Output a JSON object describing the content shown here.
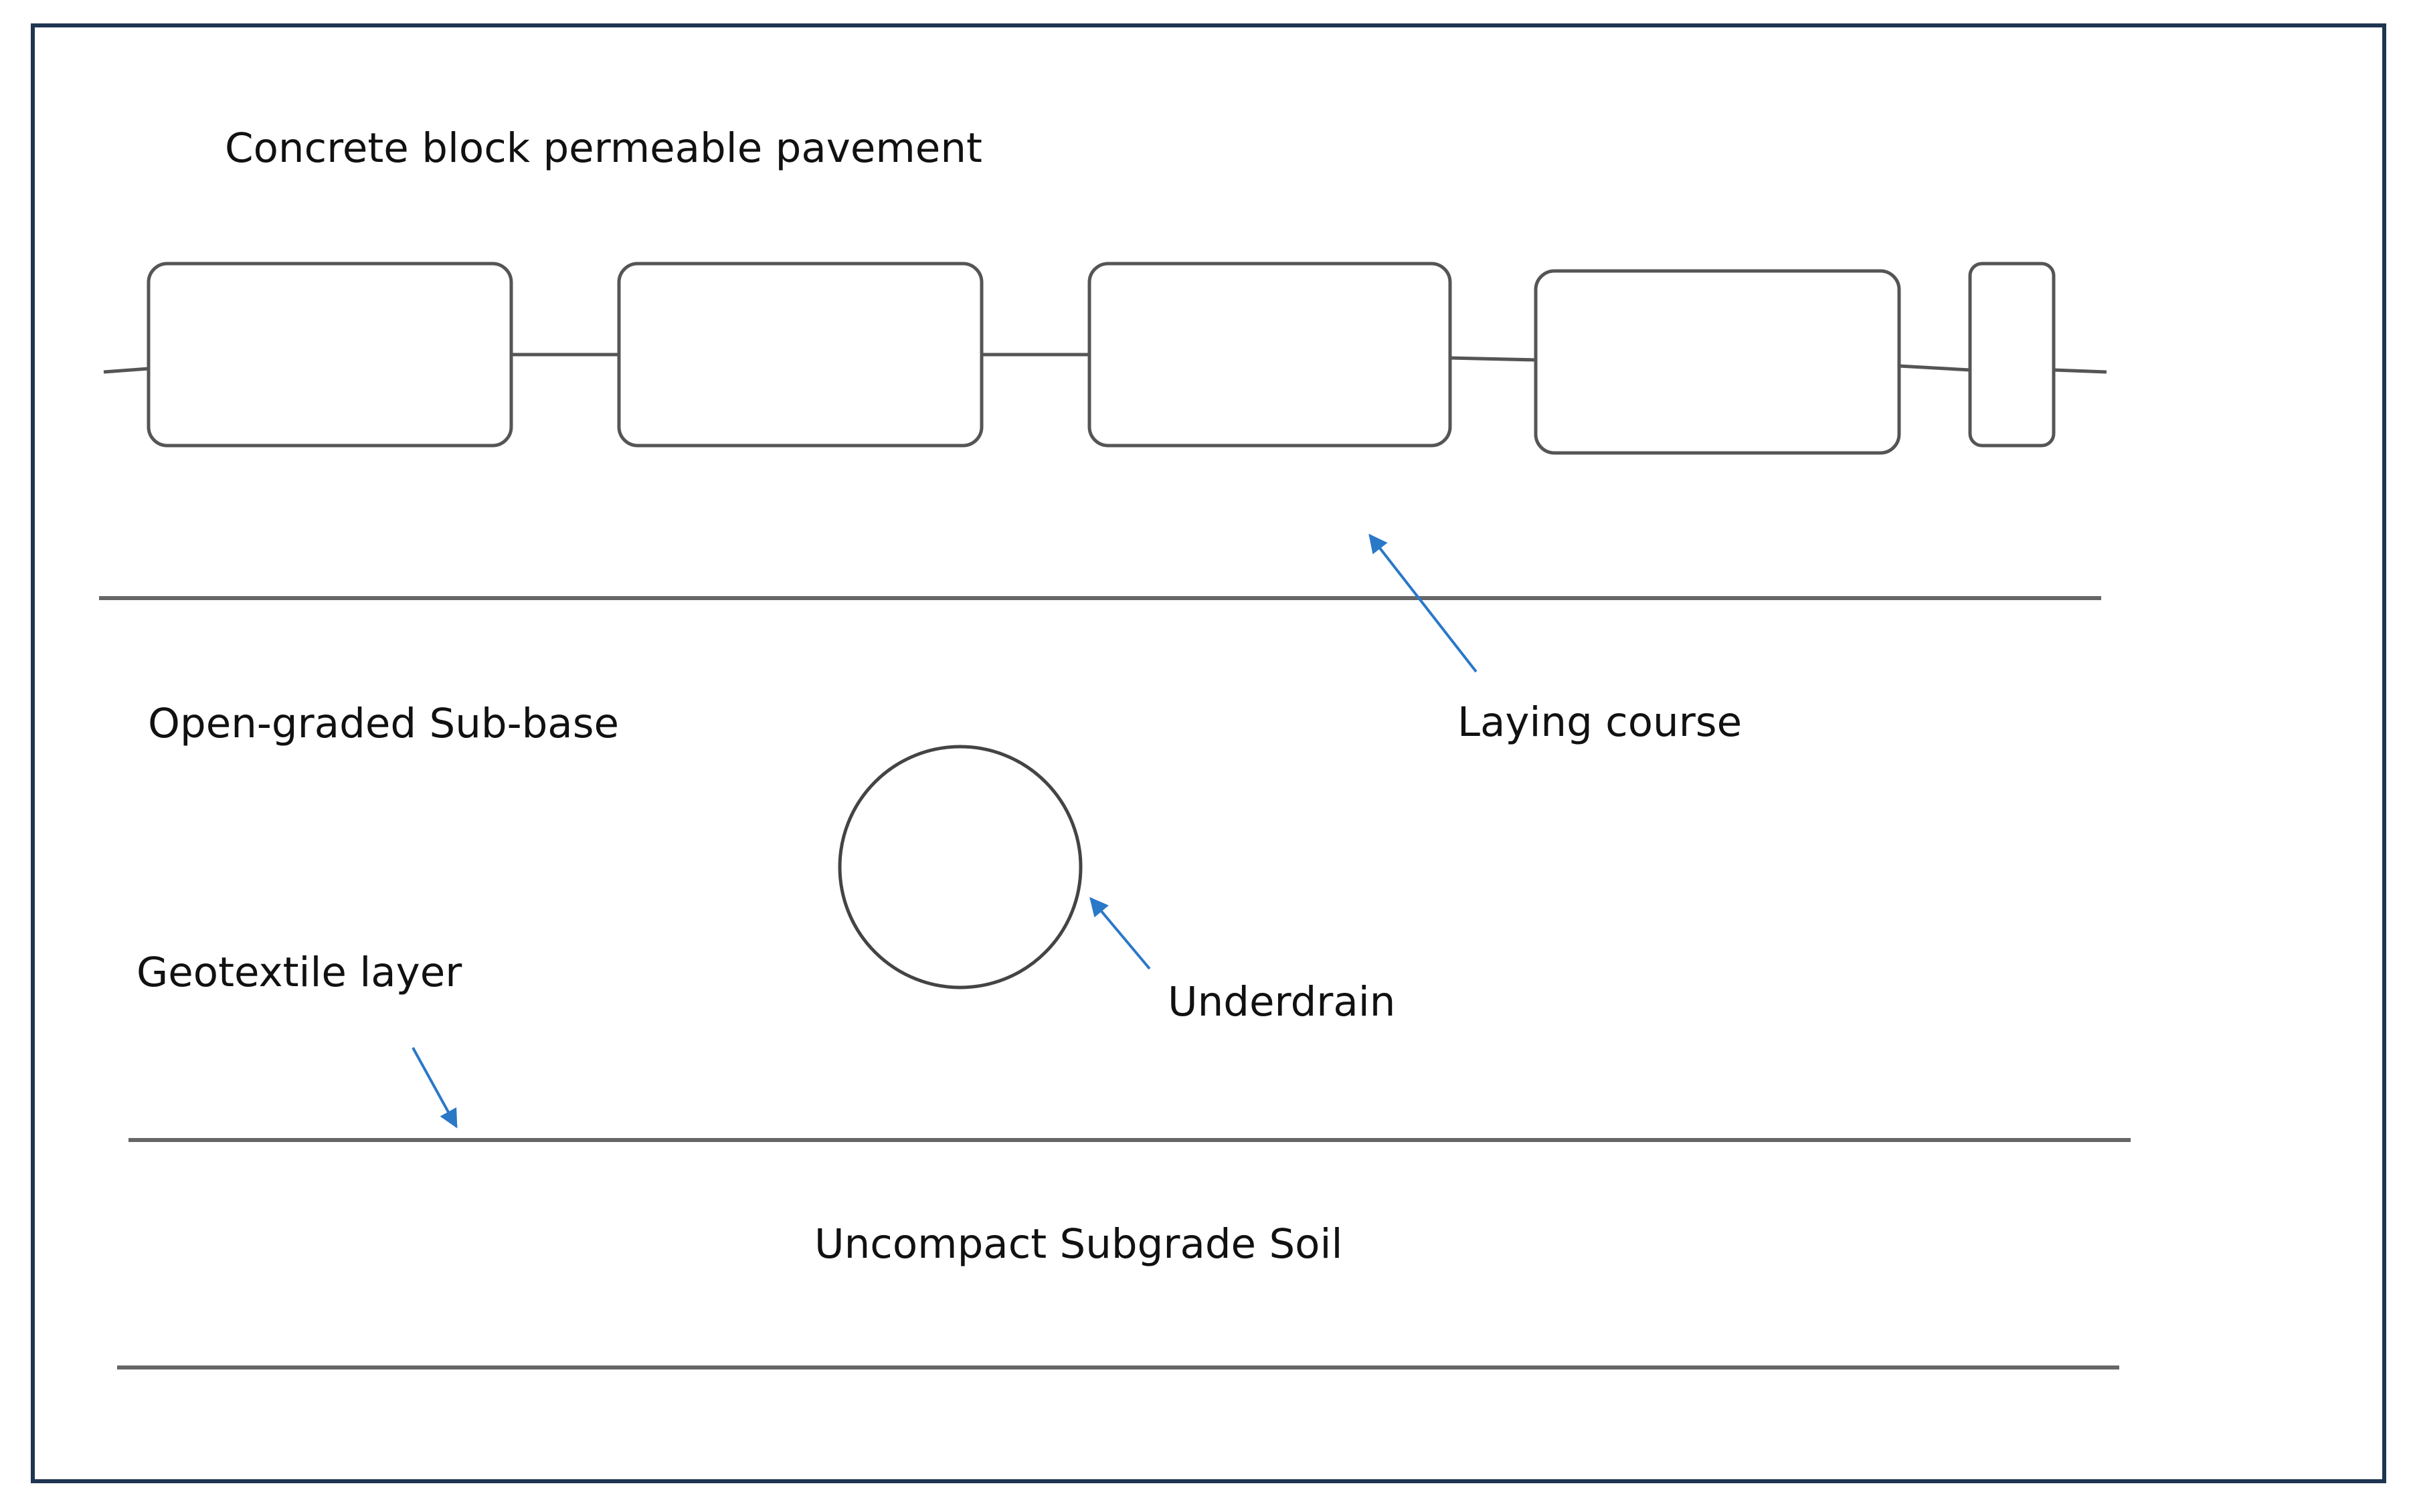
{
  "colors": {
    "frame": "#1f3550",
    "line": "#666666",
    "block_stroke": "#555555",
    "arrow": "#2a78c8",
    "text": "#111111",
    "background": "#ffffff"
  },
  "labels": {
    "title": "Concrete block permeable pavement",
    "laying_course": "Laying course",
    "sub_base": "Open-graded Sub-base",
    "geotextile": "Geotextile layer",
    "underdrain": "Underdrain",
    "subgrade": "Uncompact Subgrade Soil"
  },
  "diagram": {
    "block_count": 5,
    "arrow_count": 3
  }
}
